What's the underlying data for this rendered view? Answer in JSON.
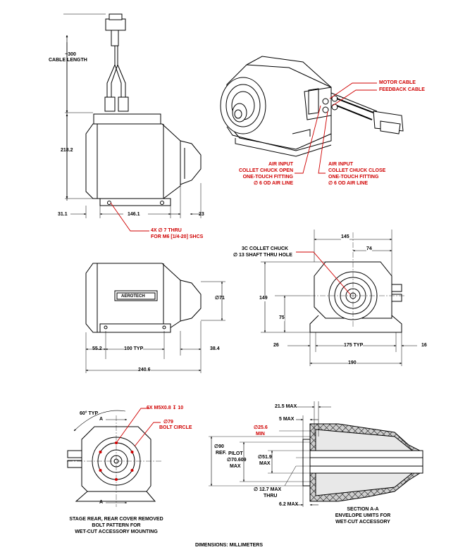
{
  "colors": {
    "leader": "#d00000",
    "line": "#000000"
  },
  "top_view": {
    "cable_length": "~300",
    "cable_length_label": "CABLE LENGTH",
    "height": "218.2",
    "dim_left": "31.1",
    "dim_width": "146.1",
    "dim_right": "23",
    "holes_line1": "4X ∅ 7 THRU",
    "holes_line2": "FOR M6 [1/4-20] SHCS"
  },
  "iso_view": {
    "motor_cable": "MOTOR CABLE",
    "feedback_cable": "FEEDBACK CABLE",
    "air_open": [
      "AIR INPUT",
      "COLLET CHUCK OPEN",
      "ONE-TOUCH FITTING",
      "∅ 6 OD AIR LINE"
    ],
    "air_close": [
      "AIR INPUT",
      "COLLET CHUCK CLOSE",
      "ONE-TOUCH FITTING",
      "∅ 6 OD AIR LINE"
    ]
  },
  "side_view": {
    "logo": "AEROTECH",
    "diameter": "∅71",
    "dim_a": "55.2",
    "dim_b": "100 TYP",
    "dim_c": "38.4",
    "overall": "240.6"
  },
  "front_view": {
    "chuck_line1": "3C COLLET CHUCK",
    "chuck_line2": "∅ 13 SHAFT THRU HOLE",
    "width_top": "145",
    "half_width": "74",
    "height": "149",
    "center_height": "75",
    "base_left": "26",
    "base_typ": "175 TYP",
    "base_right": "16",
    "base_width": "190"
  },
  "rear_view": {
    "angle": "60° TYP",
    "taps": "6X M5X0.8 ↧ 10",
    "bolt_circle_dia": "∅79",
    "bolt_circle": "BOLT CIRCLE",
    "section_mark": "A",
    "caption": [
      "STAGE REAR, REAR COVER REMOVED",
      "BOLT PATTERN FOR",
      "WET-CUT ACCESSORY MOUNTING"
    ]
  },
  "section_view": {
    "max_a": "21.5 MAX",
    "max_b": "5 MAX",
    "dia_25": "∅25.6",
    "min": "MIN",
    "dia_90": "∅90",
    "ref": "REF.",
    "pilot": "PILOT",
    "pilot_dia": "∅70.609",
    "pilot_max": "MAX",
    "dia_51": "∅51.9",
    "max_51": "MAX",
    "dia_12": "∅ 12.7 MAX",
    "thru": "THRU",
    "max_c": "6.2 MAX",
    "caption": [
      "SECTION A-A",
      "ENVELOPE  UMITS FOR",
      "WET-CUT ACCESSORY"
    ]
  },
  "footer": "DIMENSIONS:  MILLIMETERS"
}
